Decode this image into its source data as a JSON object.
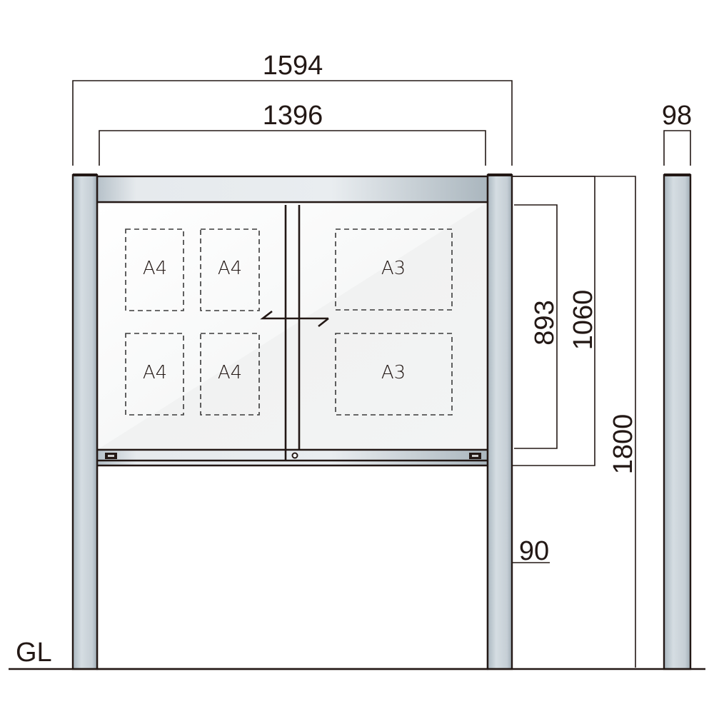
{
  "dimensions": {
    "overall_width": "1594",
    "inner_width": "1396",
    "depth": "98",
    "glass_height": "893",
    "cabinet_height": "1060",
    "total_height": "1800",
    "post_width": "90"
  },
  "ground_label": "GL",
  "poster_slots": [
    {
      "label": "A4"
    },
    {
      "label": "A4"
    },
    {
      "label": "A4"
    },
    {
      "label": "A4"
    },
    {
      "label": "A3"
    },
    {
      "label": "A3"
    }
  ],
  "colors": {
    "frame": "#c3ccd3",
    "line": "#231815"
  }
}
